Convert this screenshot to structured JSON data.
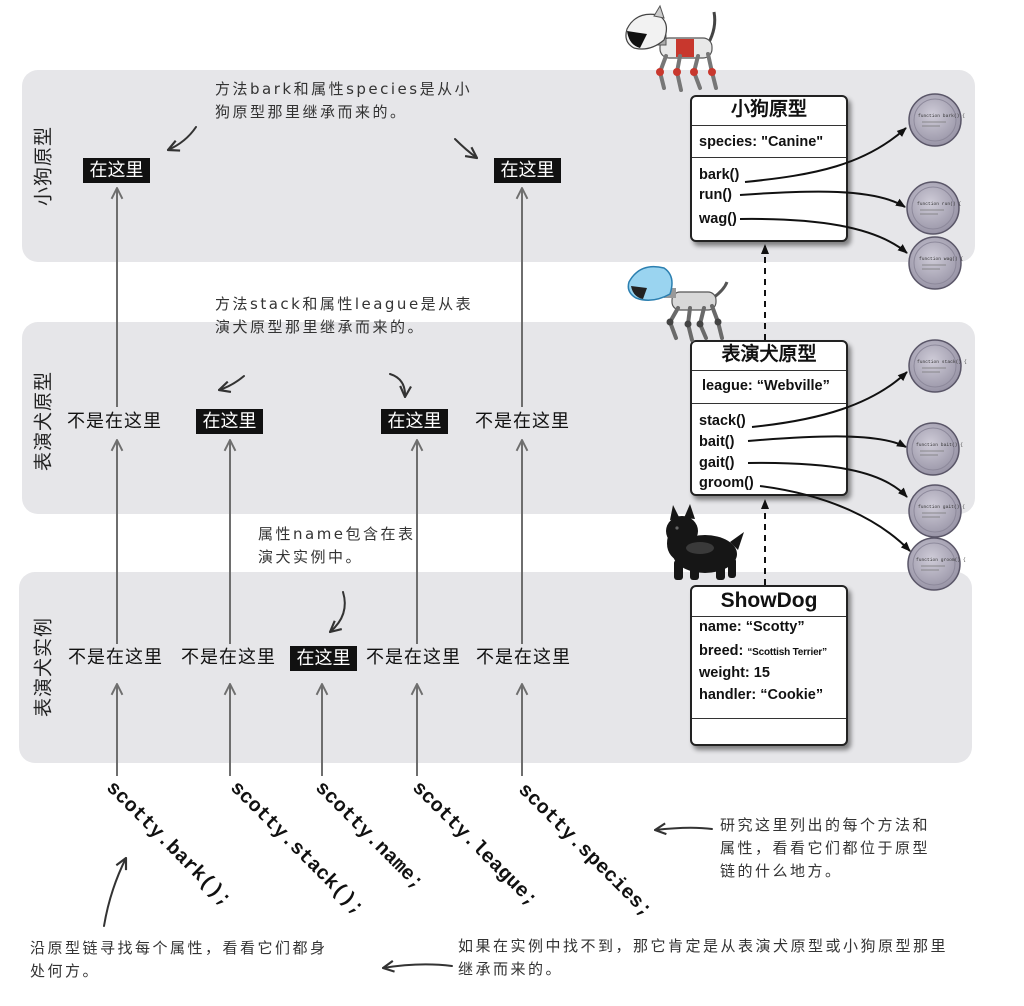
{
  "bands": [
    {
      "label": "小狗原型"
    },
    {
      "label": "表演犬原型"
    },
    {
      "label": "表演犬实例"
    }
  ],
  "grid": {
    "dog_prototype": [
      "在这里",
      null,
      null,
      null,
      "在这里"
    ],
    "showdog_prototype": [
      "不是在这里",
      "在这里",
      null,
      "在这里",
      "不是在这里"
    ],
    "showdog_instance": [
      "不是在这里",
      "不是在这里",
      "在这里",
      "不是在这里",
      "不是在这里"
    ]
  },
  "lookups": [
    "scotty.bark();",
    "scotty.stack();",
    "scotty.name;",
    "scotty.league;",
    "scotty.species;"
  ],
  "notes": {
    "dog_prototype": [
      "方法bark和属性species是从小",
      "狗原型那里继承而来的。"
    ],
    "showdog_prototype": [
      "方法stack和属性league是从表",
      "演犬原型那里继承而来的。"
    ],
    "instance": [
      "属性name包含在表",
      "演犬实例中。"
    ],
    "study": [
      "研究这里列出的每个方法和",
      "属性，看看它们都位于原型",
      "链的什么地方。"
    ],
    "follow": [
      "沿原型链寻找每个属性，看看它们都身",
      "处何方。"
    ],
    "fallback": [
      "如果在实例中找不到，那它肯定是从表演犬原型或小狗原型那里",
      "继承而来的。"
    ]
  },
  "objects": {
    "dog_prototype": {
      "title": "小狗原型",
      "properties": [
        {
          "key": "species:",
          "value": "\"Canine\""
        }
      ],
      "methods": [
        "bark()",
        "run()",
        "wag()"
      ]
    },
    "showdog_prototype": {
      "title": "表演犬原型",
      "properties": [
        {
          "key": "league:",
          "value": "“Webville”"
        }
      ],
      "methods": [
        "stack()",
        "bait()",
        "gait()",
        "groom()"
      ]
    },
    "showdog_instance": {
      "title": "ShowDog",
      "properties": [
        {
          "key": "name:",
          "value": "“Scotty”"
        },
        {
          "key": "breed:",
          "value": "“Scottish Terrier”"
        },
        {
          "key": "weight:",
          "value": "15"
        },
        {
          "key": "handler:",
          "value": "“Cookie”"
        }
      ]
    }
  },
  "function_discs": [
    "function bark() {",
    "function run() {",
    "function wag() {",
    "function stack() {",
    "function bait() {",
    "function gait() {",
    "function groom() {"
  ],
  "colors": {
    "band": "#e6e6e9",
    "here_bg": "#111111",
    "arrow": "#6e6e6e",
    "disc": "#a7a3b3"
  }
}
